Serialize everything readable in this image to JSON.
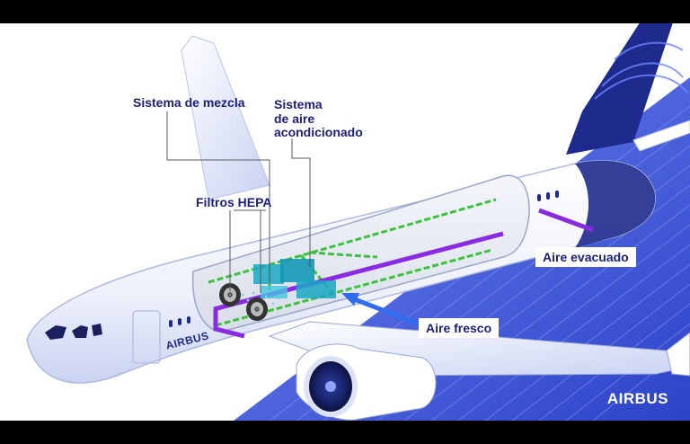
{
  "labels": {
    "mixing_system": "Sistema de mezcla",
    "ac_system_line1": "Sistema",
    "ac_system_line2": "de aire",
    "ac_system_line3": "acondicionado",
    "hepa_filters": "Filtros HEPA",
    "exhaust_air": "Aire evacuado",
    "fresh_air": "Aire fresco"
  },
  "brand": {
    "corner_logo": "AIRBUS",
    "fuselage_logo": "AIRBUS"
  },
  "colors": {
    "navy": "#1a1f7a",
    "background_blue": "#3a55d6",
    "recirculation_green": "#3cc23c",
    "exhaust_purple": "#8a2be2",
    "fresh_blue": "#2f6cf0",
    "machinery_teal": "#1aa7c4"
  }
}
